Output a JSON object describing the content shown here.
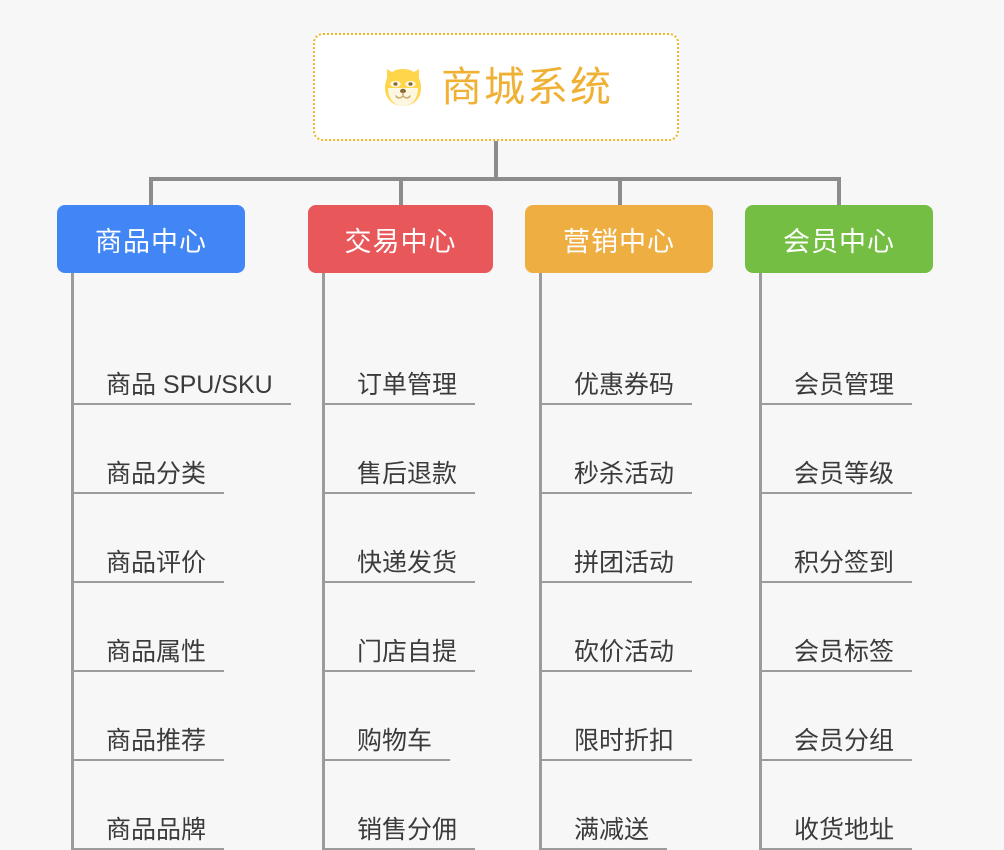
{
  "background_color": "#f7f7f7",
  "root": {
    "icon": "shiba-dog-face-icon",
    "title": "商城系统",
    "title_color": "#efb033",
    "border_color": "#f0b429",
    "fill_color": "#ffffff"
  },
  "connector_color": "#8c8c8c",
  "columns": [
    {
      "id": "product-center",
      "label": "商品中心",
      "color": "#4285f4",
      "items": [
        "商品 SPU/SKU",
        "商品分类",
        "商品评价",
        "商品属性",
        "商品推荐",
        "商品品牌"
      ]
    },
    {
      "id": "trade-center",
      "label": "交易中心",
      "color": "#e8575a",
      "items": [
        "订单管理",
        "售后退款",
        "快递发货",
        "门店自提",
        "购物车",
        "销售分佣"
      ]
    },
    {
      "id": "marketing-center",
      "label": "营销中心",
      "color": "#eeae42",
      "items": [
        "优惠券码",
        "秒杀活动",
        "拼团活动",
        "砍价活动",
        "限时折扣",
        "满减送"
      ]
    },
    {
      "id": "member-center",
      "label": "会员中心",
      "color": "#74bf43",
      "items": [
        "会员管理",
        "会员等级",
        "积分签到",
        "会员标签",
        "会员分组",
        "收货地址"
      ]
    }
  ]
}
